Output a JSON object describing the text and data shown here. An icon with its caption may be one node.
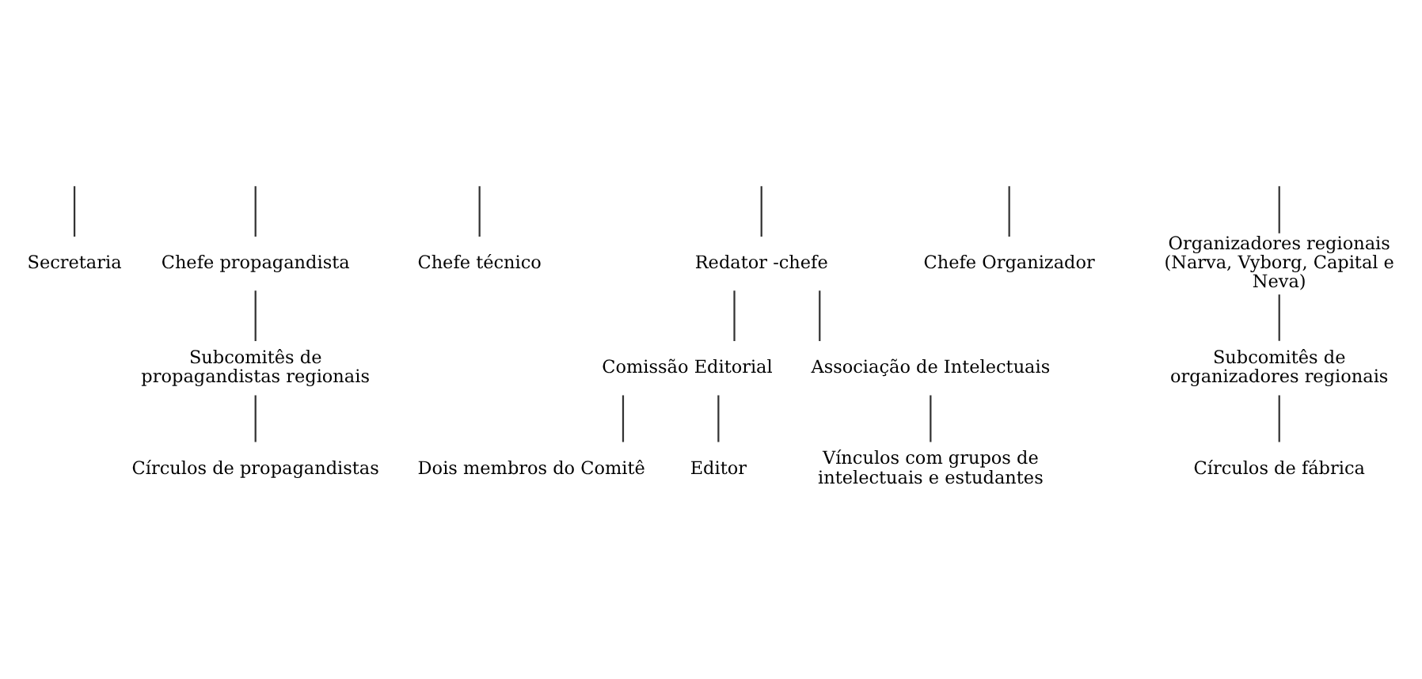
{
  "diagram": {
    "nodes": [
      {
        "text": [
          "Secretaria"
        ]
      },
      {
        "text": [
          "Chefe propagandista"
        ]
      },
      {
        "text": [
          "Chefe técnico"
        ]
      },
      {
        "text": [
          "Redator -chefe"
        ]
      },
      {
        "text": [
          "Chefe Organizador"
        ]
      },
      {
        "text": [
          "Organizadores regionais (Narva, Vyborg, Capital e Neva)"
        ]
      },
      {
        "text": [
          "Subcomitês de propagandistas regionais"
        ]
      },
      {
        "text": [
          "Subcomitês de organizadores regionais"
        ]
      },
      {
        "text": [
          "Círculos de propagandistas"
        ]
      },
      {
        "text": [
          "Círculos de fábrica"
        ]
      },
      {
        "text": [
          "Comissão Editorial"
        ]
      },
      {
        "text": [
          "Associação de Intelectuais"
        ]
      },
      {
        "text": [
          "Dois membros do Comitê"
        ]
      },
      {
        "text": [
          "Editor"
        ]
      },
      {
        "text": [
          "Vínculos com grupos de intelectuais e estudantes"
        ]
      }
    ],
    "edges": [
      {
        "from": null,
        "to": 0,
        "arrow": "none"
      },
      {
        "from": null,
        "to": 1,
        "arrow": "none"
      },
      {
        "from": null,
        "to": 2,
        "arrow": "none"
      },
      {
        "from": null,
        "to": 3,
        "arrow": "none"
      },
      {
        "from": null,
        "to": 4,
        "arrow": "none"
      },
      {
        "from": null,
        "to": 5,
        "arrow": "none"
      },
      {
        "from": 1,
        "to": 6,
        "arrow": "none"
      },
      {
        "from": 5,
        "to": 7,
        "arrow": "none"
      },
      {
        "from": 6,
        "to": 8,
        "arrow": "none"
      },
      {
        "from": 7,
        "to": 9,
        "arrow": "none"
      },
      {
        "from": 3,
        "to": 10,
        "arrow": "none"
      },
      {
        "from": 3,
        "to": 11,
        "arrow": "none"
      },
      {
        "from": 10,
        "to": 12,
        "arrow": "none"
      },
      {
        "from": 10,
        "to": 13,
        "arrow": "none"
      },
      {
        "from": 11,
        "to": 14,
        "arrow": "none"
      }
    ]
  }
}
